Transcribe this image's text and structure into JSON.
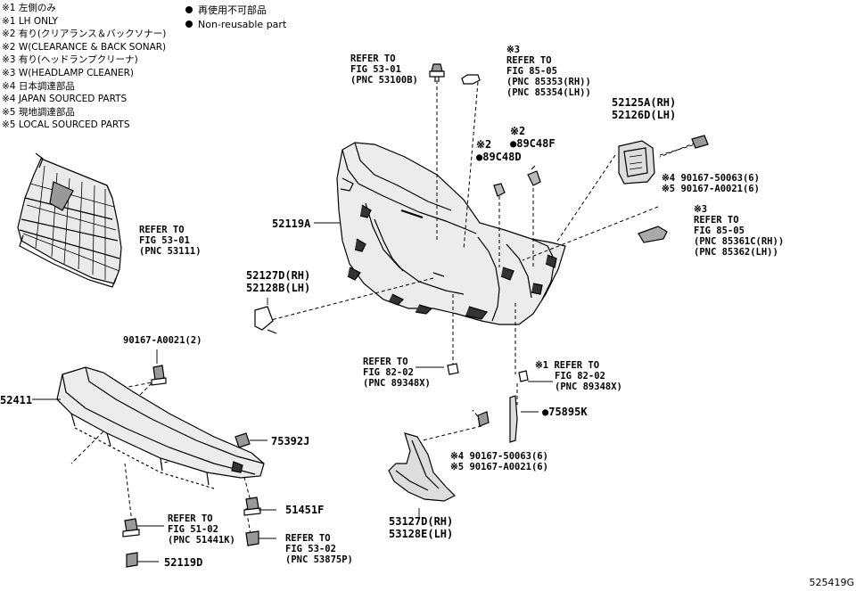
{
  "notes": [
    "※1 左側のみ",
    "※1 LH ONLY",
    "※2 有り(クリアランス＆バックソナー)",
    "※2 W(CLEARANCE & BACK SONAR)",
    "※3 有り(ヘッドランプクリーナ)",
    "※3 W(HEADLAMP CLEANER)",
    "※4 日本調達部品",
    "※4 JAPAN SOURCED PARTS",
    "※5 現地調達部品",
    "※5 LOCAL SOURCED PARTS"
  ],
  "legend": {
    "jp": "再使用不可部品",
    "en": "Non-reusable part"
  },
  "labels": {
    "ref_53_01_top": [
      "REFER TO",
      "FIG 53-01",
      "(PNC 53100B)"
    ],
    "ref_85_05_top": [
      "※3",
      "REFER TO",
      "FIG 85-05",
      "(PNC 85353(RH))",
      "(PNC 85354(LH))"
    ],
    "pnc_52125": [
      "52125A(RH)",
      "52126D(LH)"
    ],
    "pnc_89c48f": [
      "※2",
      "●89C48F"
    ],
    "pnc_89c48d": [
      "※2",
      "●89C48D"
    ],
    "pnc_90167_top": [
      "※4 90167-50063(6)",
      "※5 90167-A0021(6)"
    ],
    "ref_85_05_right": [
      "※3",
      "REFER TO",
      "FIG 85-05",
      "(PNC 85361C(RH))",
      "(PNC 85362(LH))"
    ],
    "pnc_52119a": "52119A",
    "ref_53_01_grille": [
      "REFER TO",
      "FIG 53-01",
      "(PNC 53111)"
    ],
    "pnc_52127d": [
      "52127D(RH)",
      "52128B(LH)"
    ],
    "pnc_90167_a0021_2": "90167-A0021(2)",
    "ref_82_02_left": [
      "REFER TO",
      "FIG 82-02",
      "(PNC 89348X)"
    ],
    "ref_82_02_right": [
      "※1 REFER TO",
      "FIG 82-02",
      "(PNC 89348X)"
    ],
    "pnc_52411": "52411",
    "pnc_75895k": "●75895K",
    "pnc_75392j": "75392J",
    "pnc_90167_bottom": [
      "※4 90167-50063(6)",
      "※5 90167-A0021(6)"
    ],
    "pnc_53127d": [
      "53127D(RH)",
      "53128E(LH)"
    ],
    "pnc_51451f": "51451F",
    "ref_51_02": [
      "REFER TO",
      "FIG 51-02",
      "(PNC 51441K)"
    ],
    "ref_53_02": [
      "REFER TO",
      "FIG 53-02",
      "(PNC 53875P)"
    ],
    "pnc_52119d": "52119D"
  },
  "figure_id": "525419G"
}
